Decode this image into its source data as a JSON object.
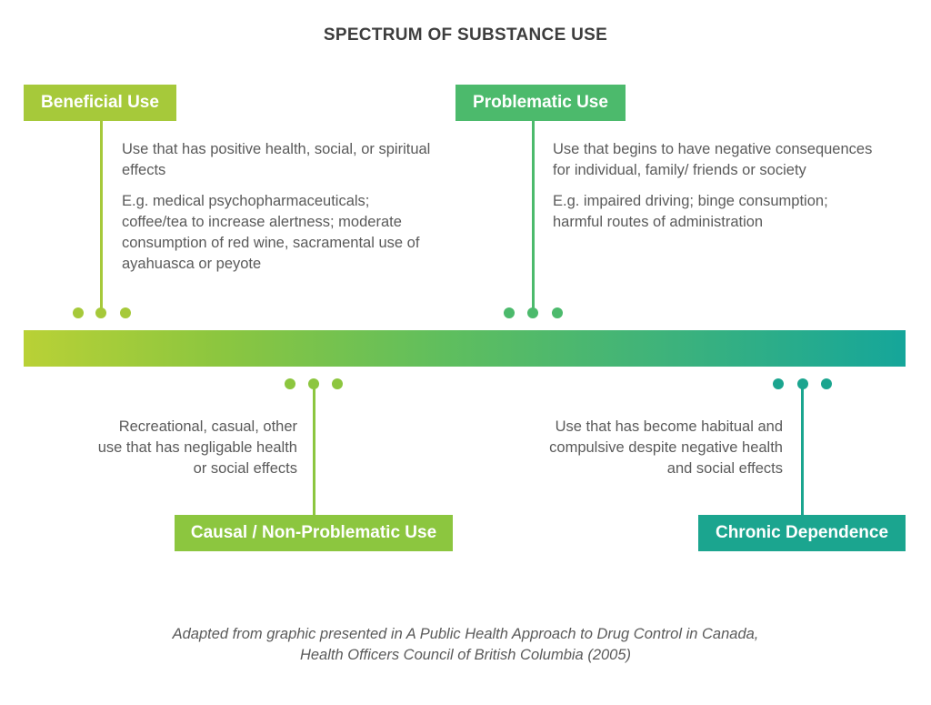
{
  "title": "SPECTRUM OF SUBSTANCE USE",
  "colors": {
    "beneficial": "#a6c93a",
    "problematic": "#4cba6c",
    "casual": "#8cc63f",
    "chronic": "#1ba58f"
  },
  "stages": {
    "beneficial": {
      "label": "Beneficial Use",
      "description": "Use that has positive health, social, or spiritual effects",
      "example": "E.g. medical psychopharmaceuticals; coffee/tea to increase alertness; moderate consumption of red wine, sacramental use of ayahuasca or peyote"
    },
    "problematic": {
      "label": "Problematic Use",
      "description": "Use that begins to have negative consequences for individual, family/ friends or society",
      "example": "E.g. impaired driving; binge consumption; harmful routes of administration"
    },
    "casual": {
      "label": "Causal / Non-Problematic Use",
      "description": "Recreational, casual, other use that has negligable health or social effects"
    },
    "chronic": {
      "label": "Chronic Dependence",
      "description": "Use that has become habitual and compulsive despite negative health and social effects"
    }
  },
  "caption": {
    "line1": "Adapted from graphic presented in A Public Health Approach to Drug Control in Canada,",
    "line2": "Health Officers Council of British Columbia (2005)"
  }
}
